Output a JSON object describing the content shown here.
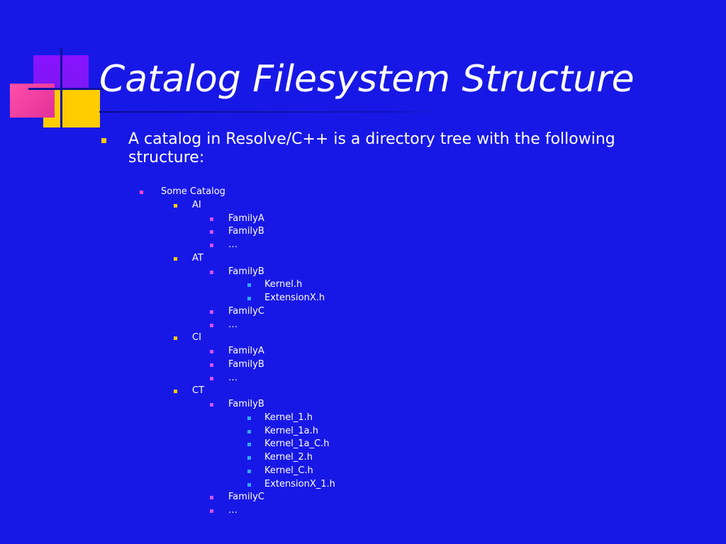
{
  "slide": {
    "title": "Catalog Filesystem Structure",
    "main_bullet": "A catalog in Resolve/C++ is a directory tree with the following structure:",
    "tree": [
      {
        "level": 1,
        "label": "Some Catalog"
      },
      {
        "level": 2,
        "label": "AI"
      },
      {
        "level": 3,
        "label": "FamilyA"
      },
      {
        "level": 3,
        "label": "FamilyB"
      },
      {
        "level": 3,
        "label": "…"
      },
      {
        "level": 2,
        "label": "AT"
      },
      {
        "level": 3,
        "label": "FamilyB"
      },
      {
        "level": 4,
        "label": "Kernel.h"
      },
      {
        "level": 4,
        "label": "ExtensionX.h"
      },
      {
        "level": 3,
        "label": "FamilyC"
      },
      {
        "level": 3,
        "label": "…"
      },
      {
        "level": 2,
        "label": "CI"
      },
      {
        "level": 3,
        "label": "FamilyA"
      },
      {
        "level": 3,
        "label": "FamilyB"
      },
      {
        "level": 3,
        "label": "…"
      },
      {
        "level": 2,
        "label": "CT"
      },
      {
        "level": 3,
        "label": "FamilyB"
      },
      {
        "level": 4,
        "label": "Kernel_1.h"
      },
      {
        "level": 4,
        "label": "Kernel_1a.h"
      },
      {
        "level": 4,
        "label": "Kernel_1a_C.h"
      },
      {
        "level": 4,
        "label": "Kernel_2.h"
      },
      {
        "level": 4,
        "label": "Kernel_C.h"
      },
      {
        "level": 4,
        "label": "ExtensionX_1.h"
      },
      {
        "level": 3,
        "label": "FamilyC"
      },
      {
        "level": 3,
        "label": "…"
      }
    ]
  },
  "colors": {
    "background": "#1818e6",
    "bullet_l1": "#ffcc00",
    "bullet_l2": "#ff44c8",
    "bullet_l3": "#ffcc00",
    "bullet_l4": "#cc55ff",
    "bullet_l5": "#33aaff"
  }
}
